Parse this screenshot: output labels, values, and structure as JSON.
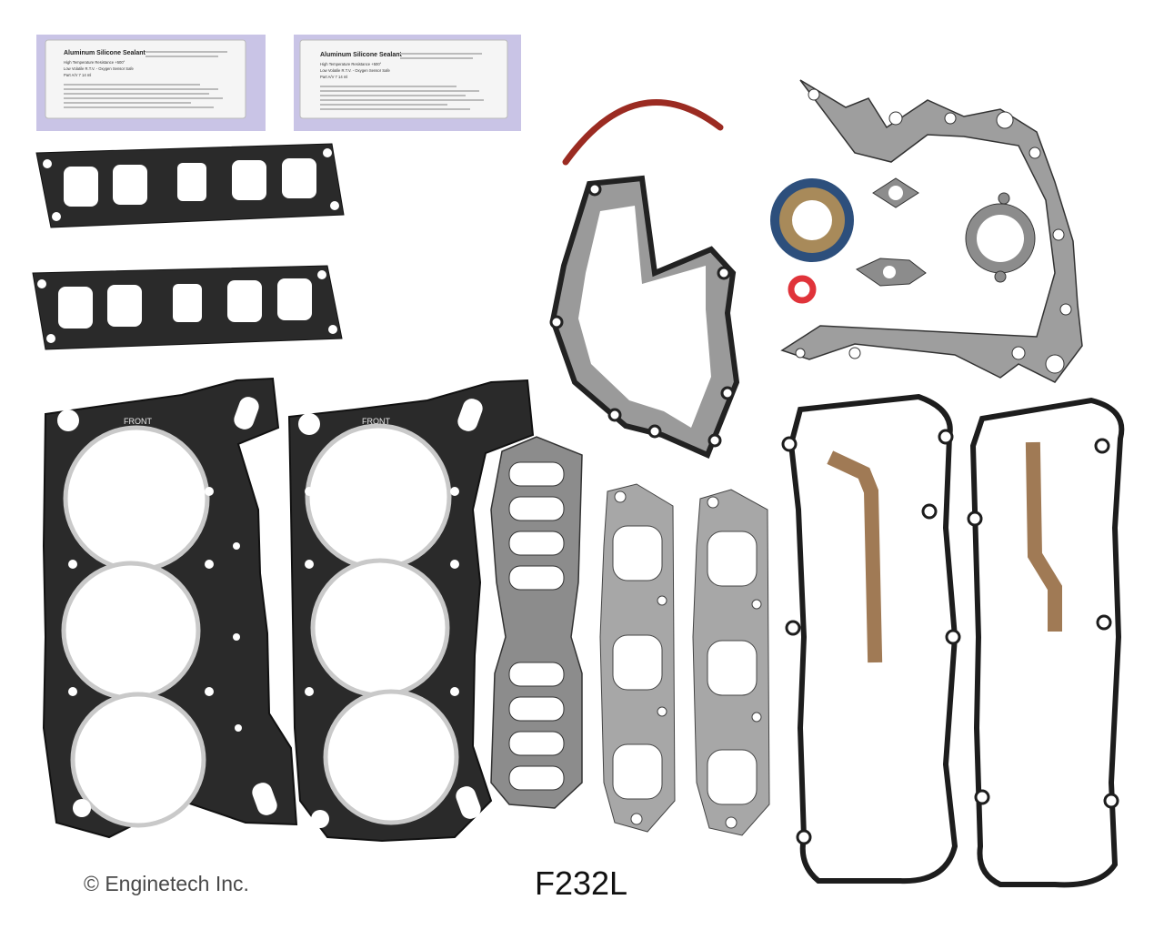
{
  "sachets": [
    {
      "title": "Aluminum Silicone Sealant",
      "lines": [
        "High Temperature Resistance +500°",
        "Low Volatile R.T.V. - Oxygen Sensor Safe",
        "Part A/V 7     14 ml"
      ]
    },
    {
      "title": "Aluminum Silicone Sealant",
      "lines": [
        "High Temperature Resistance +500°",
        "Low Volatile R.T.V. - Oxygen Sensor Safe",
        "Part A/V 7     14 ml"
      ]
    }
  ],
  "gasket_print": {
    "front_left": "FRONT",
    "front_right": "FRONT"
  },
  "copyright": "© Enginetech Inc.",
  "part_number": "F232L",
  "colors": {
    "gasket_dark": "#2a2a2a",
    "gasket_grey": "#8c8c8c",
    "sachet_bg": "#c9c4e6",
    "seal_red": "#e0333a",
    "cork": "#a07a55",
    "seal_blue": "#2d4f7c"
  }
}
